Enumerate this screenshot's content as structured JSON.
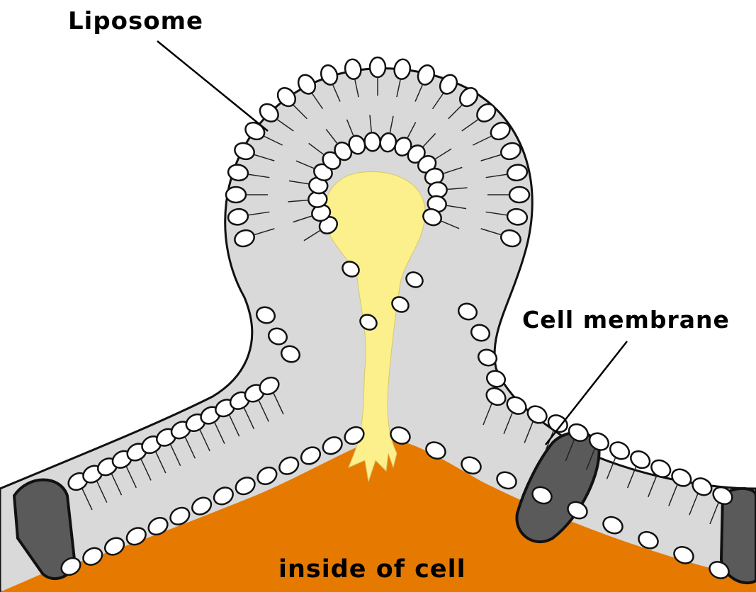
{
  "labels": {
    "liposome": "Liposome",
    "cell_membrane": "Cell membrane",
    "inside_of_cell": "inside of cell"
  },
  "colors": {
    "background": "#ffffff",
    "membrane_gray": "#d9d9d9",
    "lipid_head_fill": "#ffffff",
    "outline": "#111111",
    "cell_interior": "#e67a00",
    "liposome_content": "#fbf08c",
    "membrane_protein": "#5a5a5a"
  }
}
